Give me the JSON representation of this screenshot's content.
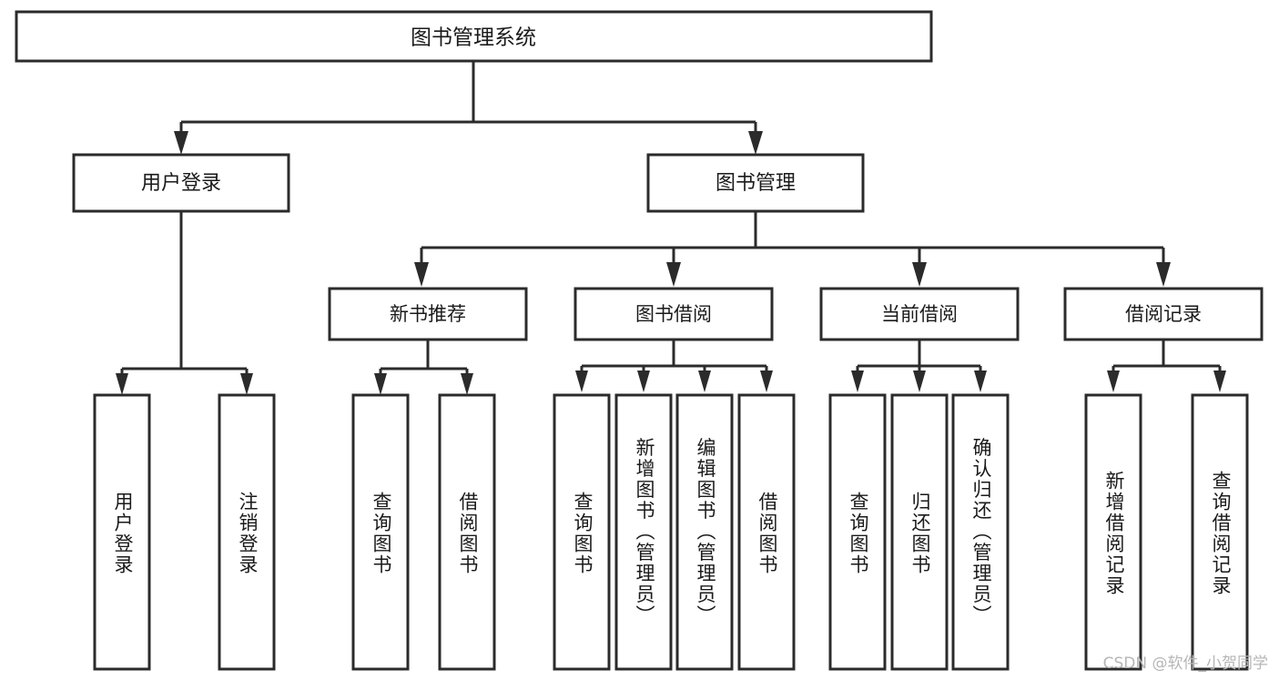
{
  "diagram": {
    "type": "tree-hierarchy-chart",
    "root": {
      "id": "root",
      "label": "图书管理系统"
    },
    "level1": [
      {
        "id": "user-login",
        "label": "用户登录"
      },
      {
        "id": "book-management",
        "label": "图书管理"
      }
    ],
    "level2": [
      {
        "id": "new-book-recommend",
        "label": "新书推荐",
        "parent": "book-management"
      },
      {
        "id": "book-borrow",
        "label": "图书借阅",
        "parent": "book-management"
      },
      {
        "id": "current-borrow",
        "label": "当前借阅",
        "parent": "book-management"
      },
      {
        "id": "borrow-record",
        "label": "借阅记录",
        "parent": "book-management"
      }
    ],
    "leaves": {
      "user-login": [
        {
          "id": "leaf-user-login",
          "label": "用户登录"
        },
        {
          "id": "leaf-logout-login",
          "label": "注销登录"
        }
      ],
      "new-book-recommend": [
        {
          "id": "leaf-query-book-1",
          "label": "查询图书"
        },
        {
          "id": "leaf-borrow-book-1",
          "label": "借阅图书"
        }
      ],
      "book-borrow": [
        {
          "id": "leaf-query-book-2",
          "label": "查询图书"
        },
        {
          "id": "leaf-add-book-admin",
          "label": "新增图书（管理员）"
        },
        {
          "id": "leaf-edit-book-admin",
          "label": "编辑图书（管理员）"
        },
        {
          "id": "leaf-borrow-book-2",
          "label": "借阅图书"
        }
      ],
      "current-borrow": [
        {
          "id": "leaf-query-book-3",
          "label": "查询图书"
        },
        {
          "id": "leaf-return-book",
          "label": "归还图书"
        },
        {
          "id": "leaf-confirm-return-admin",
          "label": "确认归还（管理员）"
        }
      ],
      "borrow-record": [
        {
          "id": "leaf-add-borrow-record",
          "label": "新增借阅记录"
        },
        {
          "id": "leaf-query-borrow-record",
          "label": "查询借阅记录"
        }
      ]
    }
  },
  "colors": {
    "stroke": "#2b2b2b",
    "fill": "#ffffff",
    "text": "#1a1a1a",
    "watermark": "#b6b6b6"
  },
  "watermark": {
    "text": "CSDN @软件_小贺同学"
  }
}
